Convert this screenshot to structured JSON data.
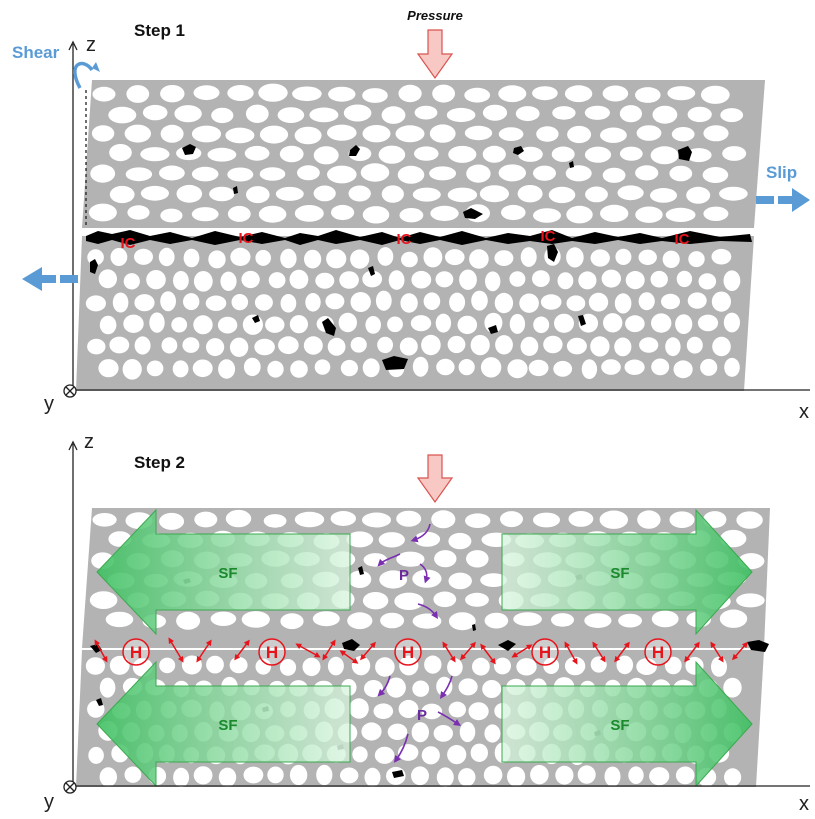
{
  "step1": {
    "title": "Step 1",
    "pressure_label": "Pressure",
    "shear_label": "Shear",
    "slip_label": "Slip",
    "ic_label": "IC"
  },
  "step2": {
    "title": "Step 2",
    "h_label": "H",
    "sf_label": "SF",
    "p_label": "P"
  },
  "axes": {
    "x": "x",
    "y": "y",
    "z": "z"
  },
  "colors": {
    "matrix": "#b3b3b3",
    "particle": "#ffffff",
    "crack": "#000000",
    "ic_text": "#e8141c",
    "h_text": "#e8141c",
    "sf_arrow": "#4fcf6f",
    "sf_text": "#1a8a2c",
    "p_arrow": "#7a2fb0",
    "blue_arrow": "#5b9bd5",
    "pressure_fill": "#f8c9c4",
    "pressure_stroke": "#d9534f"
  },
  "icons": {
    "origin": "circle-cross-icon",
    "pressure": "down-arrow-icon",
    "shear": "curved-arrow-icon"
  }
}
